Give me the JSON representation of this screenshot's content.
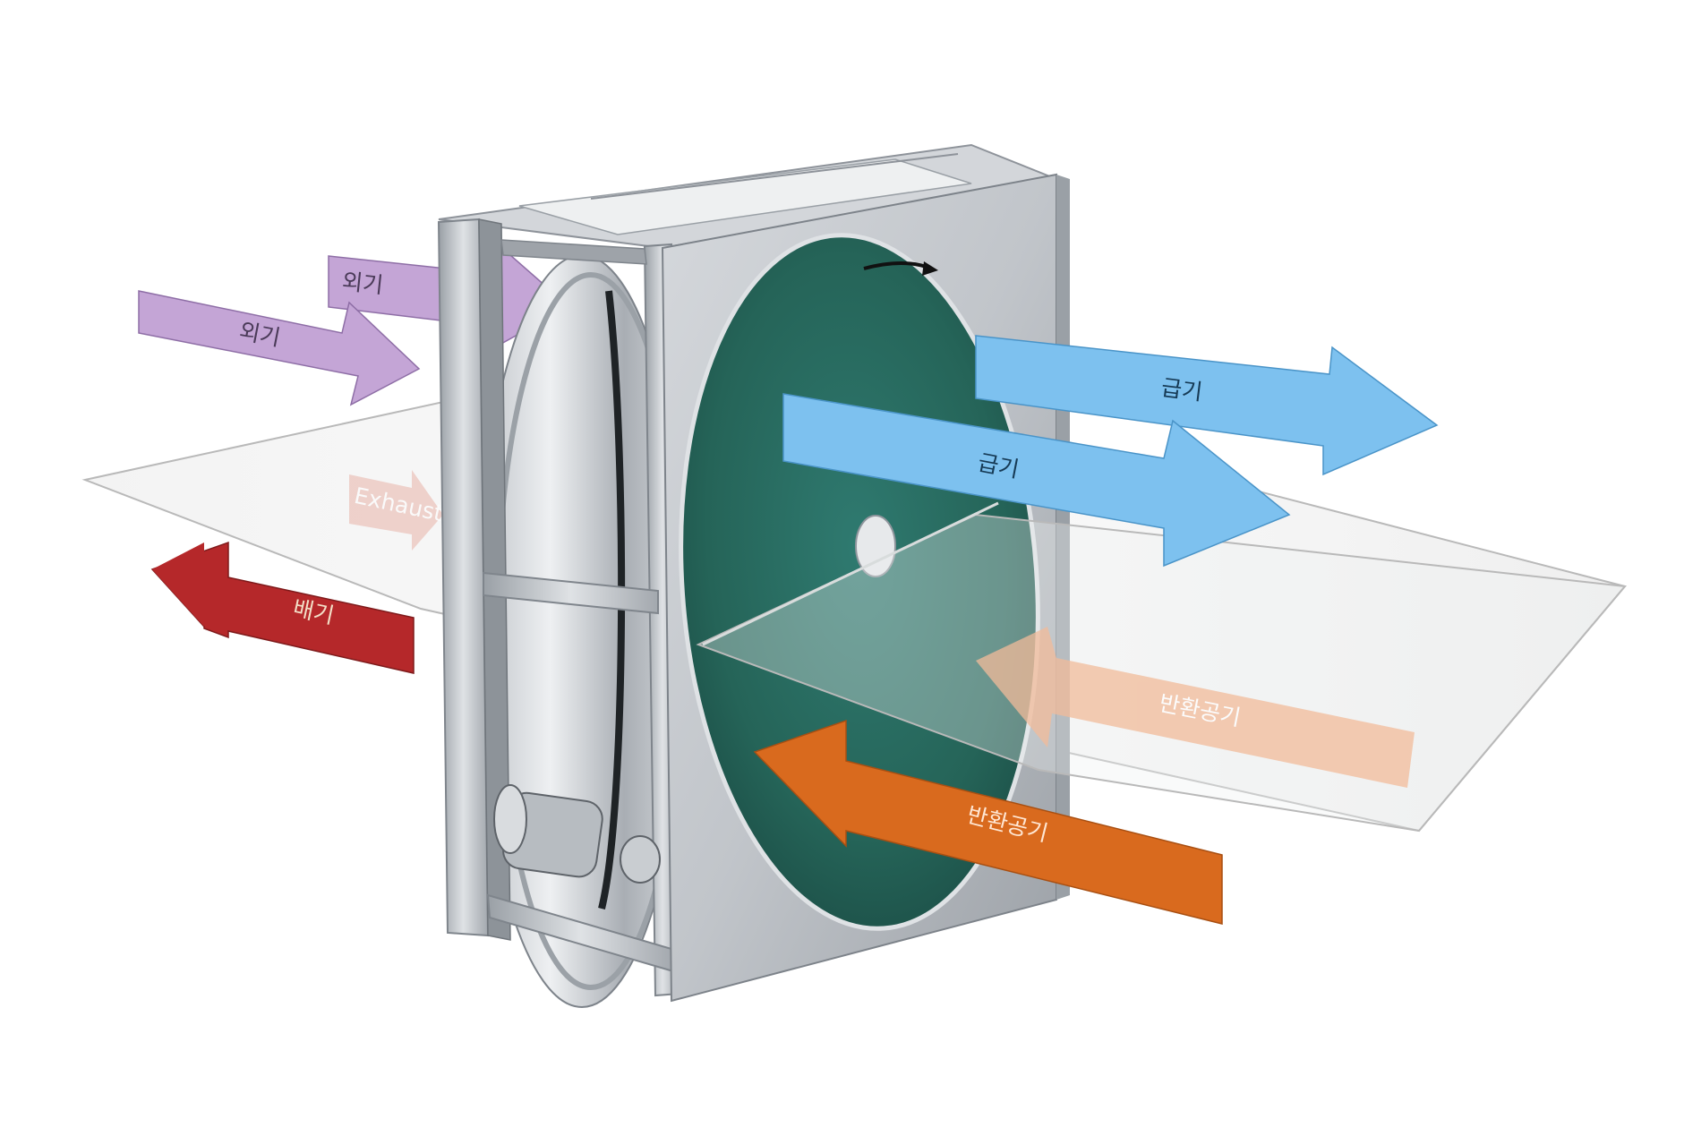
{
  "diagram": {
    "labels": {
      "outdoor_air_back": "외기",
      "outdoor_air_front": "외기",
      "supply_air_back": "급기",
      "supply_air_front": "급기",
      "exhaust_air_front": "배기",
      "exhaust_air_back": "Exhaust",
      "return_air_back": "반환공기",
      "return_air_front": "반환공기"
    },
    "colors": {
      "outdoor": "#c4a5d6",
      "supply": "#7dc1ef",
      "exhaust": "#b5282a",
      "exhaust_faded": "#e8b3a8",
      "return": "#d96a1e",
      "return_faded": "#f2bb9a",
      "wheel_face": "#276b62",
      "frame": "#c3c7cc",
      "frame_dark": "#8f959c"
    }
  }
}
